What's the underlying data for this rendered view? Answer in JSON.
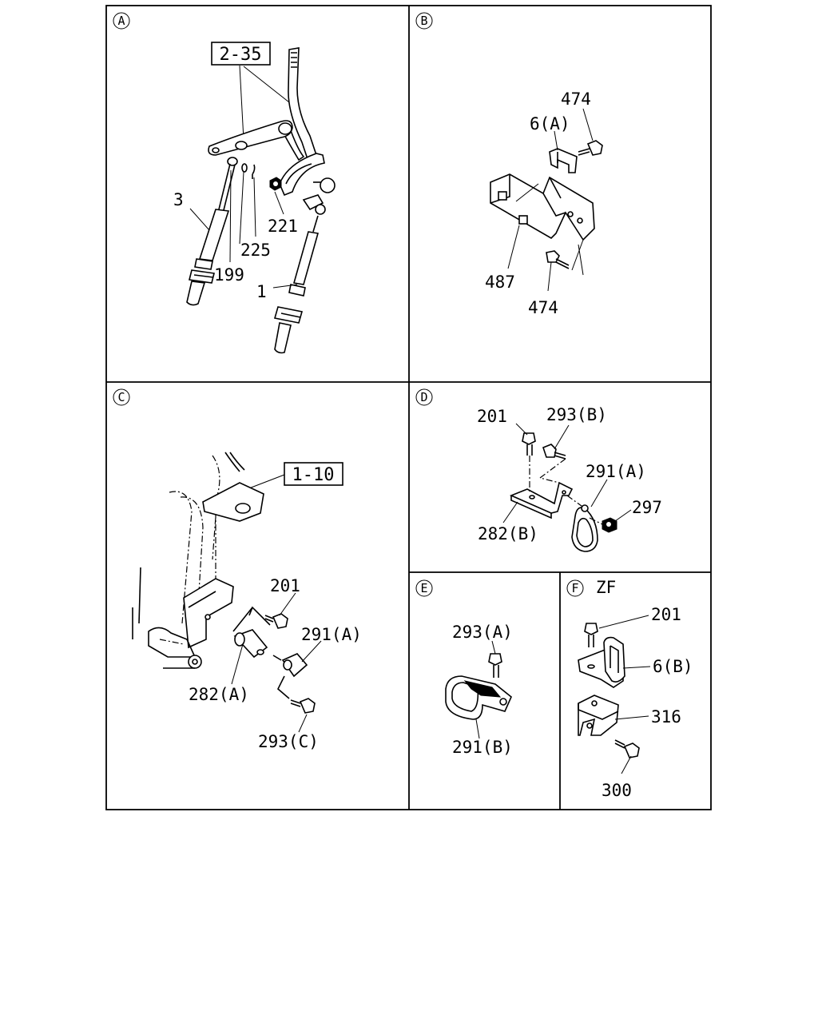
{
  "panels": {
    "A": {
      "badge": "A",
      "ref_box": "2-35",
      "callouts": {
        "c3": "3",
        "c199": "199",
        "c225": "225",
        "c221": "221",
        "c1": "1"
      }
    },
    "B": {
      "badge": "B",
      "callouts": {
        "c474_top": "474",
        "c6a": "6(A)",
        "c487": "487",
        "c474_bottom": "474"
      }
    },
    "C": {
      "badge": "C",
      "ref_box": "1-10",
      "callouts": {
        "c201": "201",
        "c291a": "291(A)",
        "c282a": "282(A)",
        "c293c": "293(C)"
      }
    },
    "D": {
      "badge": "D",
      "callouts": {
        "c201": "201",
        "c293b": "293(B)",
        "c291a": "291(A)",
        "c297": "297",
        "c282b": "282(B)"
      }
    },
    "E": {
      "badge": "E",
      "callouts": {
        "c293a": "293(A)",
        "c291b": "291(B)"
      }
    },
    "F": {
      "badge": "F",
      "variant": "ZF",
      "callouts": {
        "c201": "201",
        "c6b": "6(B)",
        "c316": "316",
        "c300": "300"
      }
    }
  }
}
